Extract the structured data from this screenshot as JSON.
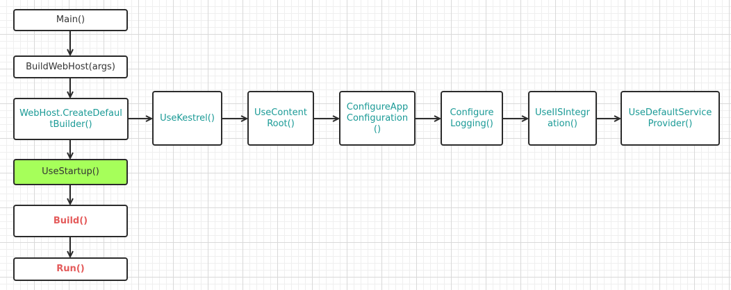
{
  "colors": {
    "line": "#2b2b2b",
    "teal_text": "#1a9a96",
    "red_text": "#e45b5b",
    "highlight": "#a6ff5a"
  },
  "nodes": {
    "main": "Main()",
    "build_web_host": "BuildWebHost(args)",
    "create_default_builder": "WebHost.CreateDefaul\ntBuilder()",
    "use_startup": "UseStartup()",
    "build": "Build()",
    "run": "Run()",
    "use_kestrel": "UseKestrel()",
    "use_content_root": "UseContent\nRoot()",
    "configure_app_configuration": "ConfigureApp\nConfiguration\n()",
    "configure_logging": "Configure\nLogging()",
    "use_iis_integration": "UseIISIntegr\nation()",
    "use_default_service_provider": "UseDefaultService\nProvider()"
  }
}
